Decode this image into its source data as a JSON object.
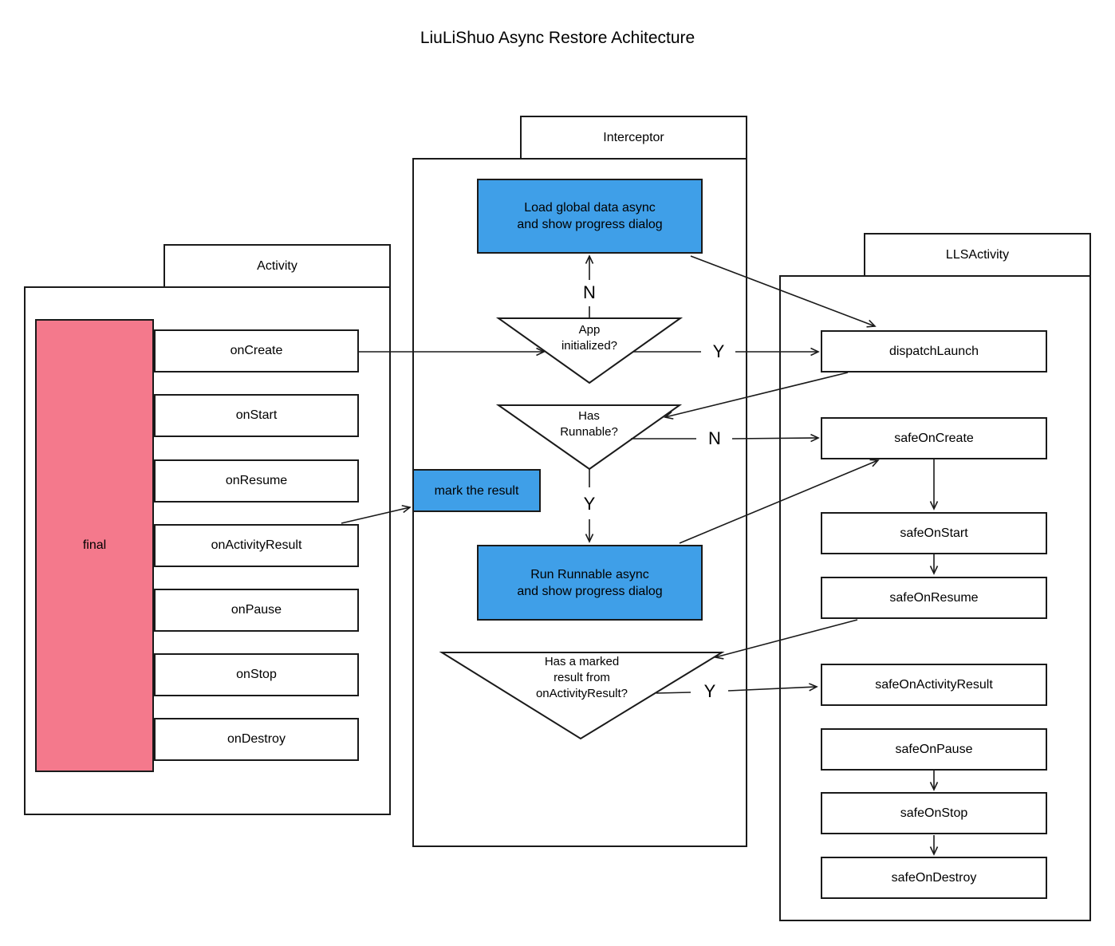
{
  "title": "LiuLiShuo Async Restore Achitecture",
  "colors": {
    "blue": "#3F9FE8",
    "pink": "#F4798C",
    "border": "#1A1A1A"
  },
  "activity": {
    "tab": "Activity",
    "final_label": "final",
    "methods": [
      "onCreate",
      "onStart",
      "onResume",
      "onActivityResult",
      "onPause",
      "onStop",
      "onDestroy"
    ]
  },
  "interceptor": {
    "tab": "Interceptor",
    "load_global": "Load global data async\nand show progress dialog",
    "run_runnable": "Run Runnable async\nand show progress dialog",
    "mark_result": "mark the result",
    "app_initialized": "App\ninitialized?",
    "has_runnable": "Has\nRunnable?",
    "has_marked_result": "Has a marked\nresult from\nonActivityResult?",
    "branch_labels": {
      "n1": "N",
      "y1": "Y",
      "n2": "N",
      "y2": "Y",
      "y3": "Y"
    }
  },
  "llsactivity": {
    "tab": "LLSActivity",
    "methods": [
      "dispatchLaunch",
      "safeOnCreate",
      "safeOnStart",
      "safeOnResume",
      "safeOnActivityResult",
      "safeOnPause",
      "safeOnStop",
      "safeOnDestroy"
    ]
  }
}
